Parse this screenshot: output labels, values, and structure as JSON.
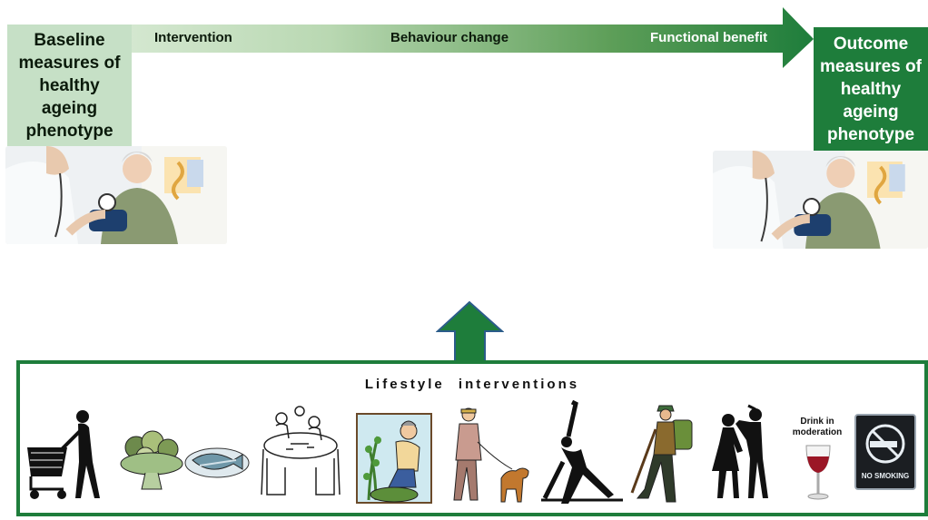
{
  "flow": {
    "stage_1": "Intervention",
    "stage_2": "Behaviour change",
    "stage_3": "Functional benefit"
  },
  "baseline": {
    "label": "Baseline measures of healthy ageing phenotype"
  },
  "outcome": {
    "label": "Outcome measures of healthy ageing phenotype"
  },
  "lifestyle": {
    "title": "Lifestyle interventions",
    "drink_caption": "Drink in moderation",
    "no_smoking_sign": "NO SMOKING",
    "icons": [
      "shopping-cart-icon",
      "fruit-bowl-icon",
      "fish-platter-icon",
      "family-dinner-icon",
      "gardening-icon",
      "dog-walking-icon",
      "stretching-icon",
      "hiking-icon",
      "dancing-icon",
      "wine-glass-icon",
      "no-smoking-sign-icon"
    ]
  },
  "colors": {
    "dark_green": "#1e7d3b",
    "light_green": "#c6e0c6"
  }
}
